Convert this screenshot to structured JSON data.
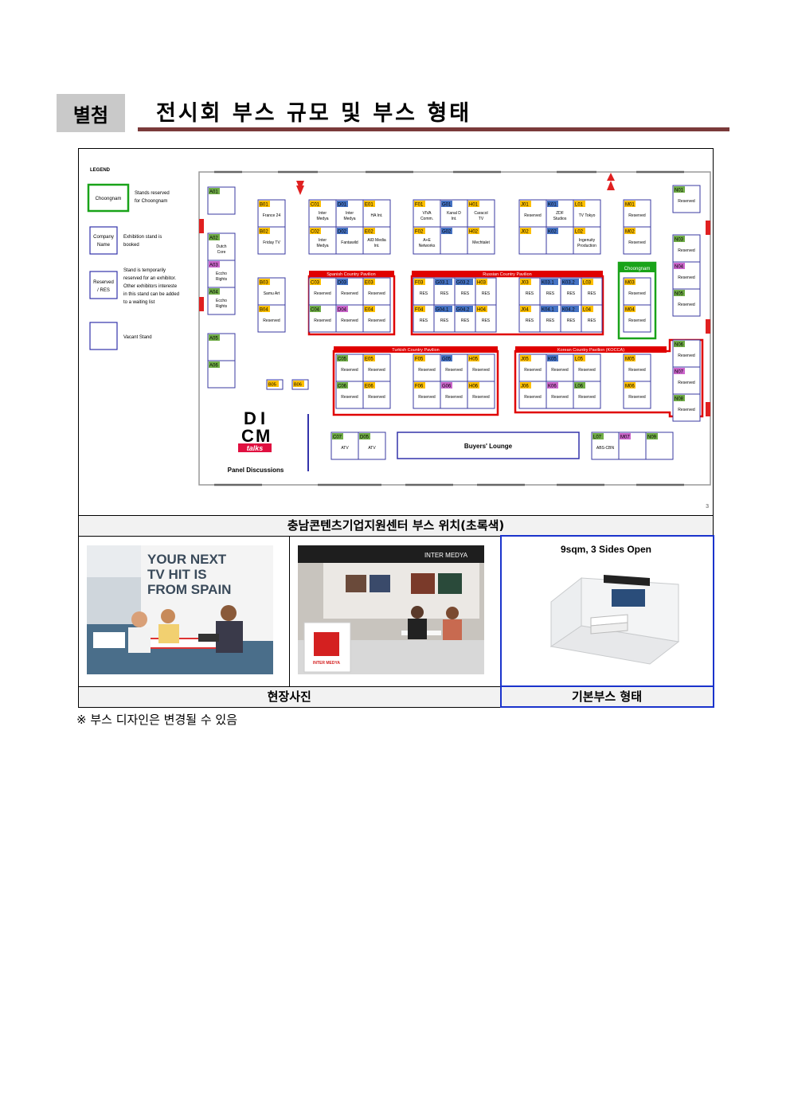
{
  "header": {
    "badge": "별첨",
    "title": "전시회 부스 규모 및 부스 형태"
  },
  "floorplan": {
    "legend": {
      "title": "LEGEND",
      "items": [
        {
          "box": "Choongnam",
          "text1": "Stands reserved",
          "text2": "for Choongnam",
          "text3": "",
          "text4": ""
        },
        {
          "box": "Company",
          "box2": "Name",
          "text1": "Exhibition stand is",
          "text2": "booked",
          "text3": "",
          "text4": ""
        },
        {
          "box": "Reserved",
          "box2": "/ RES",
          "text1": "Stand is temporarily",
          "text2": "reserved for an exhibitor.",
          "text3": "Other exhibitors intereste",
          "text4": "in this stand can be added"
        },
        {
          "box": "",
          "text1": "Vacant Stand",
          "text2": "",
          "text3": "",
          "text4": ""
        }
      ],
      "waiting": "to a waiting list"
    },
    "pavilions": {
      "spanish": "Spanish Country Pavilion",
      "russian": "Russian Country Pavilion",
      "turkish": "Turkish Country Pavilion",
      "korean": "Korean Country Pavilion (KOCCA)",
      "choongnam": "Choongnam"
    },
    "lounge": "Buyers' Lounge",
    "panel": "Panel Discussions",
    "dicm": [
      "D",
      "I",
      "C",
      "M",
      "talks"
    ],
    "page_mark": "3",
    "stands": [
      {
        "id": "A01",
        "name": ""
      },
      {
        "id": "A02",
        "name": "Dutch Core"
      },
      {
        "id": "A03",
        "name": "Eccho Rights"
      },
      {
        "id": "A04",
        "name": "Eccho Rights"
      },
      {
        "id": "A05",
        "name": ""
      },
      {
        "id": "A06",
        "name": ""
      },
      {
        "id": "B01",
        "name": "France 24"
      },
      {
        "id": "B02",
        "name": "Friday TV"
      },
      {
        "id": "B03",
        "name": "Samu Art"
      },
      {
        "id": "B04",
        "name": "Reserved"
      },
      {
        "id": "B05",
        "name": ""
      },
      {
        "id": "B06",
        "name": ""
      },
      {
        "id": "C01",
        "name": "Inter Medya"
      },
      {
        "id": "D01",
        "name": "Inter Medya"
      },
      {
        "id": "E01",
        "name": "HA Int."
      },
      {
        "id": "C02",
        "name": "Inter Medya"
      },
      {
        "id": "D02",
        "name": "Fantawild"
      },
      {
        "id": "E02",
        "name": "All3 Media Int."
      },
      {
        "id": "C03",
        "name": "Reserved"
      },
      {
        "id": "D03",
        "name": "Reserved"
      },
      {
        "id": "E03",
        "name": "Reserved"
      },
      {
        "id": "C04",
        "name": "Reserved"
      },
      {
        "id": "D04",
        "name": "Reserved"
      },
      {
        "id": "E04",
        "name": "Reserved"
      },
      {
        "id": "F01",
        "name": "VIVA Comm."
      },
      {
        "id": "G01",
        "name": "Kanal D Int."
      },
      {
        "id": "H01",
        "name": "Caracol TV"
      },
      {
        "id": "F02",
        "name": "A+E Networks"
      },
      {
        "id": "G02",
        "name": ""
      },
      {
        "id": "H02",
        "name": "Mechtalet"
      },
      {
        "id": "F03",
        "name": "RES"
      },
      {
        "id": "G03.1",
        "name": "RES"
      },
      {
        "id": "G03.2",
        "name": "RES"
      },
      {
        "id": "H03",
        "name": "RES"
      },
      {
        "id": "F04",
        "name": "RES"
      },
      {
        "id": "G04.1",
        "name": "RES"
      },
      {
        "id": "G04.2",
        "name": "RES"
      },
      {
        "id": "H04",
        "name": "RES"
      },
      {
        "id": "J01",
        "name": "Reserved"
      },
      {
        "id": "K01",
        "name": "ZDF Studios"
      },
      {
        "id": "L01",
        "name": "TV Tokyo"
      },
      {
        "id": "J02",
        "name": ""
      },
      {
        "id": "K02",
        "name": ""
      },
      {
        "id": "L02",
        "name": "Ingenuity Production"
      },
      {
        "id": "J03",
        "name": "RES"
      },
      {
        "id": "K03.1",
        "name": "RES"
      },
      {
        "id": "K03.2",
        "name": "RES"
      },
      {
        "id": "L03",
        "name": "RES"
      },
      {
        "id": "J04",
        "name": "RES"
      },
      {
        "id": "K04.1",
        "name": "RES"
      },
      {
        "id": "K04.2",
        "name": "RES"
      },
      {
        "id": "L04",
        "name": "RES"
      },
      {
        "id": "M01",
        "name": "Reserved"
      },
      {
        "id": "M02",
        "name": "Reserved"
      },
      {
        "id": "M03",
        "name": "Reserved"
      },
      {
        "id": "M04",
        "name": "Reserved"
      },
      {
        "id": "N01",
        "name": "Reserved"
      },
      {
        "id": "N03",
        "name": "Reserved"
      },
      {
        "id": "N04",
        "name": "Reserved"
      },
      {
        "id": "N05",
        "name": "Reserved"
      },
      {
        "id": "N06",
        "name": "Reserved"
      },
      {
        "id": "N07",
        "name": "Reserved"
      },
      {
        "id": "N08",
        "name": "Reserved"
      },
      {
        "id": "C05",
        "name": "Reserved"
      },
      {
        "id": "E05",
        "name": "Reserved"
      },
      {
        "id": "C06",
        "name": "Reserved"
      },
      {
        "id": "E06",
        "name": "Reserved"
      },
      {
        "id": "F05",
        "name": "Reserved"
      },
      {
        "id": "G05",
        "name": "Reserved"
      },
      {
        "id": "H05",
        "name": "Reserved"
      },
      {
        "id": "F06",
        "name": "Reserved"
      },
      {
        "id": "G06",
        "name": "Reserved"
      },
      {
        "id": "H06",
        "name": "Reserved"
      },
      {
        "id": "J05",
        "name": "Reserved"
      },
      {
        "id": "K05",
        "name": "Reserved"
      },
      {
        "id": "L05",
        "name": "Reserved"
      },
      {
        "id": "M05",
        "name": "Reserved"
      },
      {
        "id": "J06",
        "name": "Reserved"
      },
      {
        "id": "K06",
        "name": "Reserved"
      },
      {
        "id": "L06",
        "name": "Reserved"
      },
      {
        "id": "M06",
        "name": "Reserved"
      },
      {
        "id": "C07",
        "name": "ATV"
      },
      {
        "id": "D05",
        "name": "ATV"
      },
      {
        "id": "L07",
        "name": "ABS-CBN"
      },
      {
        "id": "M07",
        "name": ""
      },
      {
        "id": "N09",
        "name": ""
      }
    ],
    "colors": {
      "green": "#70ad47",
      "blue": "#4472c4",
      "yellow": "#ffc000",
      "pink": "#cc66cc",
      "red": "#e00000",
      "choongnam": "#19a319"
    }
  },
  "captions": {
    "map": "충남콘텐츠기업지원센터 부스 위치(초록색)",
    "photos": "현장사진",
    "booth": "기본부스 형태"
  },
  "photo1": {
    "line1": "YOUR NEXT",
    "line2": "TV HIT IS",
    "line3": "FROM SPAIN"
  },
  "photo2": {
    "banner": "INTER MEDYA",
    "sign": "INTER MEDYA"
  },
  "booth": {
    "label": "9sqm, 3 Sides Open"
  },
  "note": "※ 부스 디자인은 변경될 수 있음"
}
